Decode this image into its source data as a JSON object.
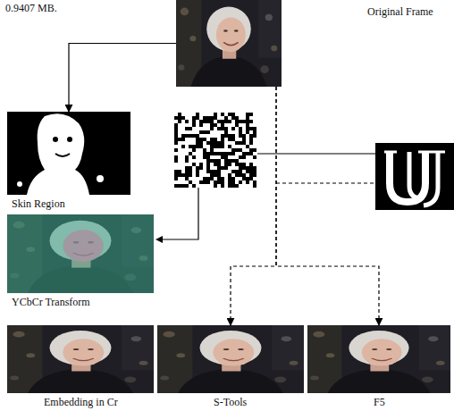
{
  "diagram": {
    "nodes": [
      {
        "text": [
          "Original Frame"
        ]
      },
      {
        "text": [
          "Skin Region"
        ]
      },
      {
        "text": [
          "YCbCr Transform"
        ]
      },
      {
        "text": [
          "Embedding in Cr"
        ]
      },
      {
        "text": [
          "S-Tools"
        ]
      },
      {
        "text": [
          "F5"
        ]
      }
    ],
    "edges": [
      {
        "from": 0,
        "to": 1,
        "arrow": "to"
      },
      {
        "from": 0,
        "to": 4,
        "arrow": "to"
      },
      {
        "from": 0,
        "to": 5,
        "arrow": "to"
      }
    ],
    "labels": [
      "0.9407 MB."
    ]
  }
}
